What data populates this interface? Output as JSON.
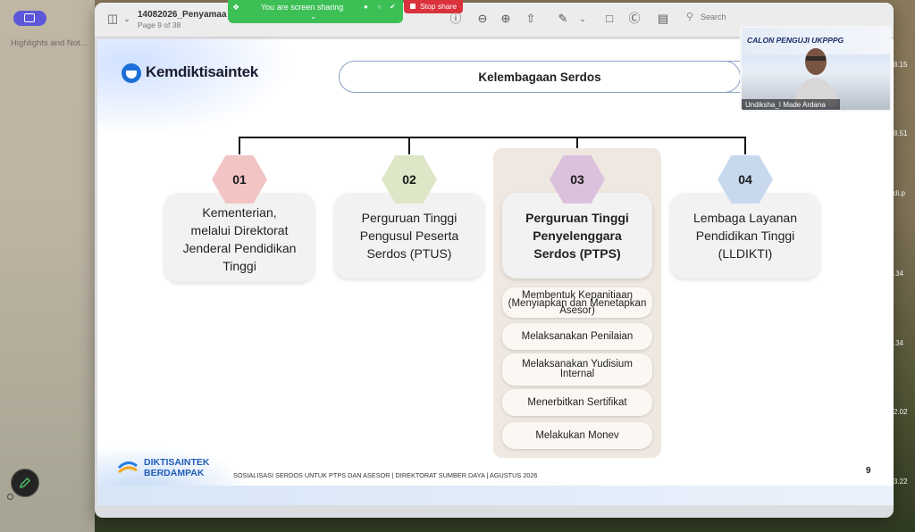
{
  "host": {
    "sidebar_label": "Highlights and Not..."
  },
  "right_strip": [
    "8.15",
    "8.51",
    "di.p",
    ".34",
    ".34",
    "2.02",
    "3.22"
  ],
  "toolbar": {
    "doc_title": "14082026_Penyamaa",
    "page_info": "Page 9 of 38",
    "search_placeholder": "Search",
    "icons": [
      "sidebar-toggle",
      "info",
      "zoom-out",
      "zoom-in",
      "share",
      "markup-pen",
      "rotate",
      "highlight-circle",
      "sign",
      "search"
    ]
  },
  "share": {
    "banner_text": "You are screen sharing",
    "stop_label": "Stop share"
  },
  "video": {
    "banner": "CALON PENGUJI UKPPPG",
    "participant": "Undiksha_I Made Ardana"
  },
  "slide": {
    "brand": "Kemdiktisaintek",
    "title": "Kelembagaan Serdos",
    "columns": [
      {
        "num": "01",
        "label_lines": [
          "Kementerian,",
          "melalui Direktorat",
          "Jenderal Pendidikan",
          "Tinggi"
        ],
        "hex_color": "#f2c4c4"
      },
      {
        "num": "02",
        "label_lines": [
          "Perguruan Tinggi",
          "Pengusul Peserta",
          "Serdos (PTUS)"
        ],
        "hex_color": "#dde6c7"
      },
      {
        "num": "03",
        "label_lines": [
          "Perguruan Tinggi",
          "Penyelenggara",
          "Serdos (PTPS)"
        ],
        "hex_color": "#dcc1dd"
      },
      {
        "num": "04",
        "label_lines": [
          "Lembaga Layanan",
          "Pendidikan Tinggi",
          "(LLDIKTI)"
        ],
        "hex_color": "#c8d9ee"
      }
    ],
    "ptps_tasks": [
      [
        "Membentuk Kepanitiaan",
        "(Menyiapkan dan Menetapkan",
        "Asesor)"
      ],
      [
        "Melaksanakan Penilaian"
      ],
      [
        "Melaksanakan Yudisium",
        "Internal"
      ],
      [
        "Menerbitkan Sertifikat"
      ],
      [
        "Melakukan Monev"
      ]
    ],
    "footer_brand_1": "DIKTISAINTEK",
    "footer_brand_2": "BERDAMPAK",
    "footer_text": "SOSIALISASI SERDOS UNTUK PTPS DAN ASESOR | DIREKTORAT SUMBER DAYA | AGUSTUS 2026",
    "page_number": "9"
  }
}
